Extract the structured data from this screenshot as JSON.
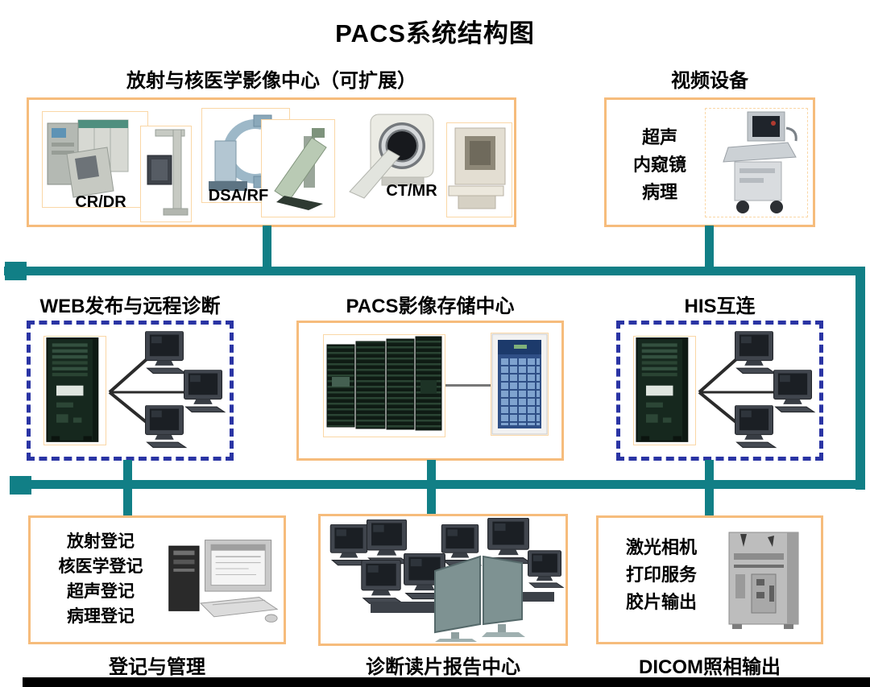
{
  "title": "PACS系统结构图",
  "colors": {
    "teal": "#117F86",
    "orange": "#F6BC7C",
    "dash": "#2A34A4"
  },
  "sections": {
    "imaging_center": {
      "heading": "放射与核医学影像中心（可扩展）",
      "groups": [
        {
          "label": "CR/DR"
        },
        {
          "label": "DSA/RF"
        },
        {
          "label": "CT/MR"
        }
      ]
    },
    "video_devices": {
      "heading": "视频设备",
      "lines": [
        "超声",
        "内窥镜",
        "病理"
      ]
    },
    "web_remote": {
      "heading": "WEB发布与远程诊断"
    },
    "pacs_storage": {
      "heading": "PACS影像存储中心"
    },
    "his_link": {
      "heading": "HIS互连"
    },
    "registration": {
      "caption": "登记与管理",
      "lines": [
        "放射登记",
        "核医学登记",
        "超声登记",
        "病理登记"
      ]
    },
    "diagnosis": {
      "caption": "诊断读片报告中心"
    },
    "dicom_output": {
      "caption": "DICOM照相输出",
      "lines": [
        "激光相机",
        "打印服务",
        "胶片输出"
      ]
    }
  }
}
